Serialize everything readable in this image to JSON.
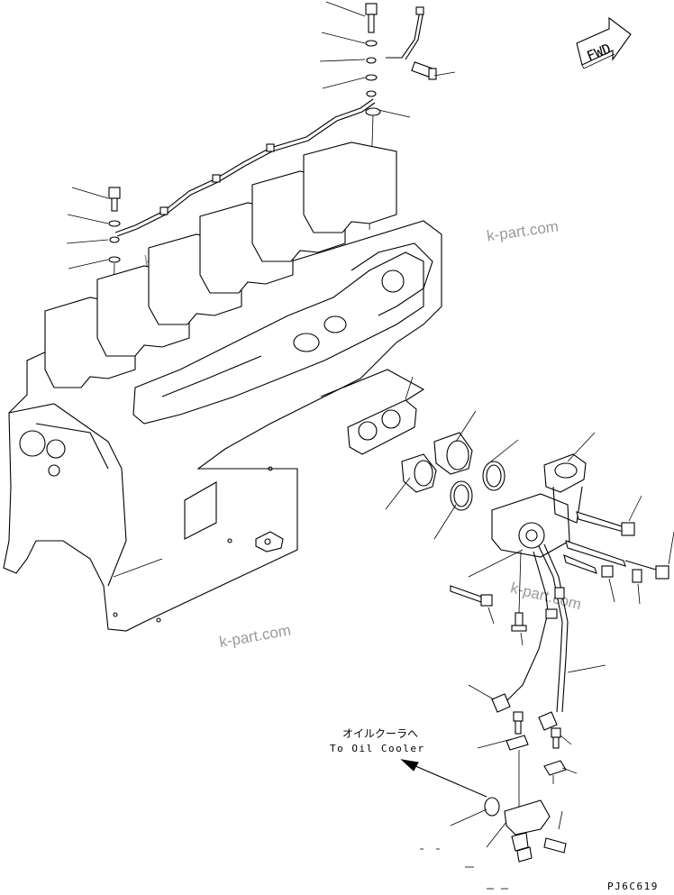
{
  "fwd_badge": "FWD",
  "note_japanese": "オイルクーラへ",
  "note_english": "To Oil Cooler",
  "watermark": "k-part.com",
  "drawing_code": "PJ6C619"
}
